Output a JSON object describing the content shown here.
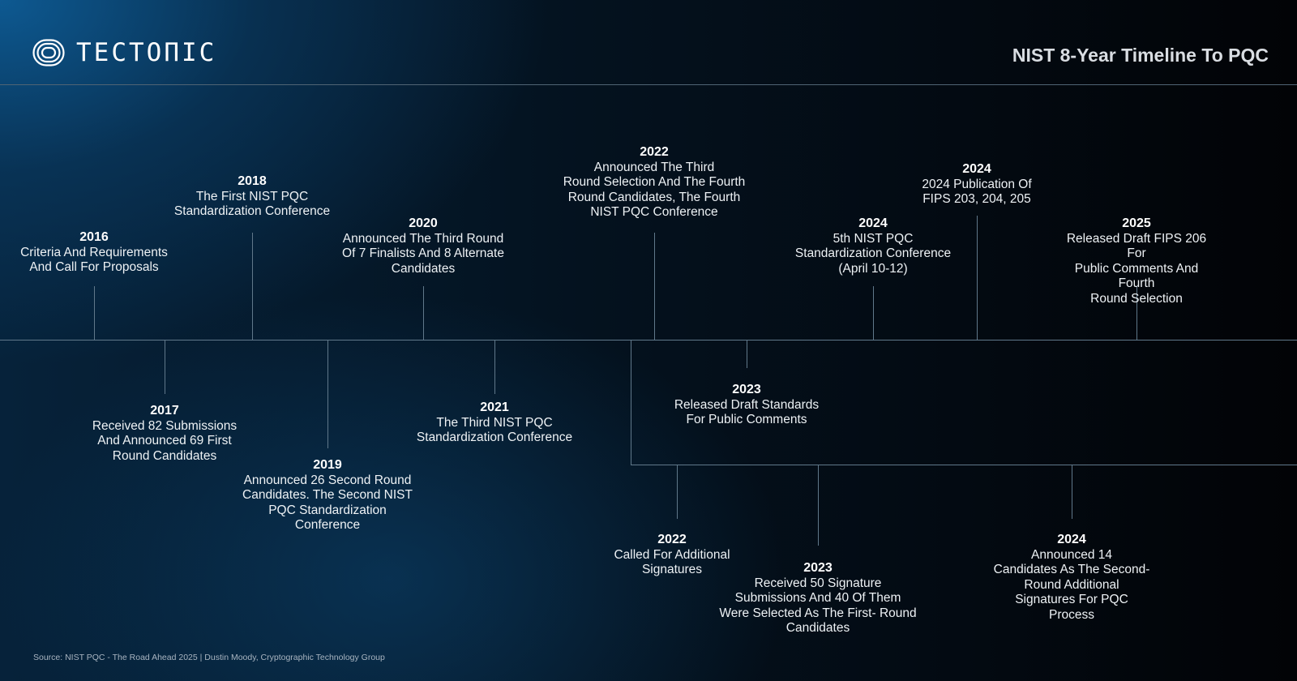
{
  "header": {
    "logo_text": "TECTOПIC",
    "title": "NIST 8-Year Timeline To PQC"
  },
  "events": {
    "e2016": {
      "year": "2016",
      "line1": "Criteria And Requirements",
      "line2": "And Call For Proposals"
    },
    "e2017": {
      "year": "2017",
      "line1": "Received 82 Submissions",
      "line2": "And Announced 69 First",
      "line3": "Round Candidates"
    },
    "e2018": {
      "year": "2018",
      "line1": "The First NIST PQC",
      "line2": "Standardization Conference"
    },
    "e2019": {
      "year": "2019",
      "line1": "Announced 26 Second Round",
      "line2": "Candidates. The Second NIST",
      "line3": "PQC Standardization",
      "line4": "Conference"
    },
    "e2020": {
      "year": "2020",
      "line1": "Announced The Third Round",
      "line2": "Of 7 Finalists And 8 Alternate",
      "line3": "Candidates"
    },
    "e2021": {
      "year": "2021",
      "line1": "The Third NIST PQC",
      "line2": "Standardization Conference"
    },
    "e2022a": {
      "year": "2022",
      "line1": "Announced The Third",
      "line2": "Round Selection And The Fourth",
      "line3": "Round Candidates, The Fourth",
      "line4": "NIST PQC Conference"
    },
    "e2022b": {
      "year": "2022",
      "line1": "Called For Additional",
      "line2": "Signatures"
    },
    "e2023a": {
      "year": "2023",
      "line1": "Released Draft Standards",
      "line2": "For Public Comments"
    },
    "e2023b": {
      "year": "2023",
      "line1": "Received 50 Signature",
      "line2": "Submissions And 40 Of Them",
      "line3": "Were Selected As The First- Round",
      "line4": "Candidates"
    },
    "e2024a": {
      "year": "2024",
      "line1": "5th NIST PQC",
      "line2": "Standardization Conference",
      "line3": "(April 10-12)"
    },
    "e2024b": {
      "year": "2024",
      "line1": "2024 Publication Of",
      "line2": "FIPS 203, 204, 205"
    },
    "e2024c": {
      "year": "2024",
      "line1": "Announced 14",
      "line2": "Candidates As The Second-",
      "line3": "Round Additional",
      "line4": "Signatures For PQC",
      "line5": "Process"
    },
    "e2025": {
      "year": "2025",
      "line1": "Released Draft FIPS 206 For",
      "line2": "Public Comments And Fourth",
      "line3": "Round Selection"
    }
  },
  "footer": {
    "source": "Source: NIST PQC - The Road Ahead 2025 | Dustin Moody, Cryptographic Technology Group"
  },
  "colors": {
    "line": "#60788a",
    "text": "#ffffff",
    "title": "#d9dde2"
  },
  "icons": [
    "tectonic-logo-icon"
  ]
}
